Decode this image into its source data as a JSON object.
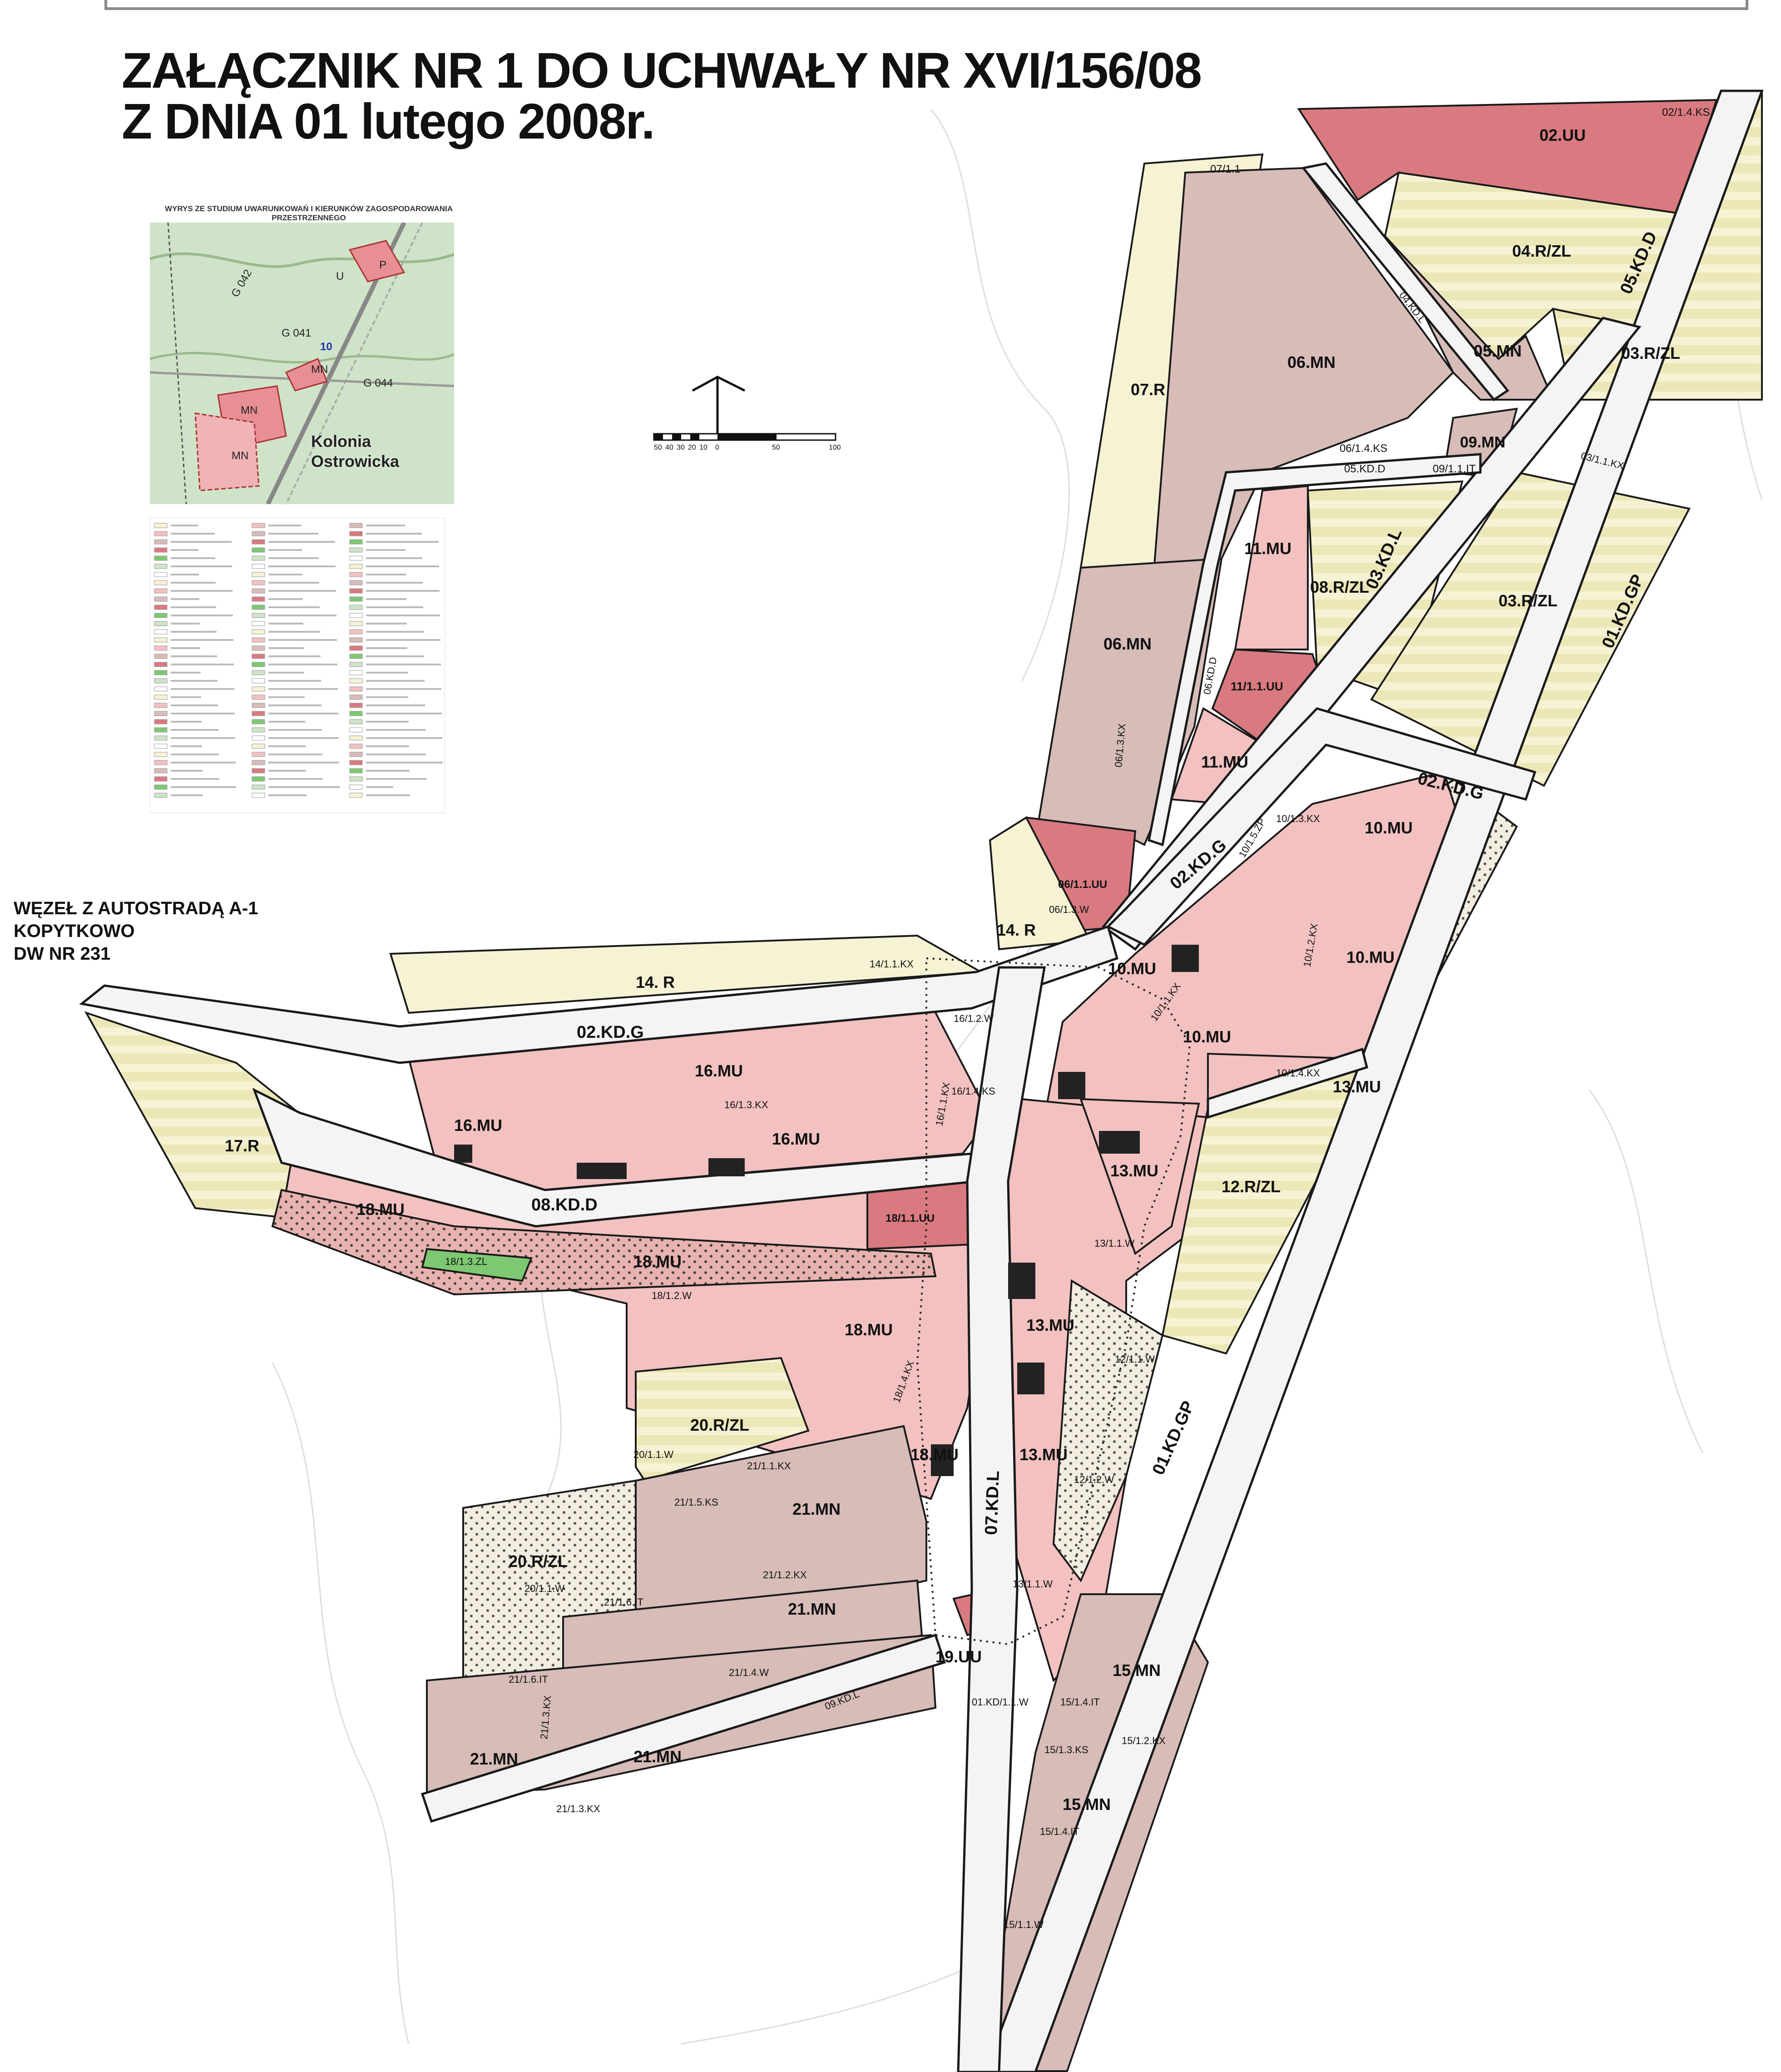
{
  "title": {
    "line1": "ZAŁĄCZNIK NR 1 DO UCHWAŁY NR XVI/156/08",
    "line2": "Z DNIA 01 lutego 2008r."
  },
  "inset": {
    "caption": "WYRYS ZE STUDIUM UWARUNKOWAŃ I KIERUNKÓW ZAGOSPODAROWANIA PRZESTRZENNEGO",
    "place_line1": "Kolonia",
    "place_line2": "Ostrowicka",
    "labels": [
      "G 042",
      "G 041",
      "G 044",
      "10",
      "MN",
      "MN",
      "MN",
      "U",
      "P"
    ]
  },
  "junction_note": {
    "line1": "WĘZEŁ Z AUTOSTRADĄ A-1",
    "line2": "KOPYTKOWO",
    "line3": "DW NR 231"
  },
  "scale_bar": {
    "ticks": [
      "50",
      "40",
      "30",
      "20",
      "10",
      "0",
      "50",
      "100"
    ]
  },
  "colors": {
    "MU": "#f2c1c0",
    "MN": "#d7bcb8",
    "UU": "#d97a80",
    "R": "#f6f2d4",
    "RZL": "#f4f0c8",
    "ZL": "#7ec872",
    "road": "#f4f4f4",
    "outline": "#1a1a1a"
  },
  "zones": {
    "z02UU": "02.UU",
    "z04RZL": "04.R/ZL",
    "z05MN": "05.MN",
    "z03RZL_a": "03.R/ZL",
    "z06MN_a": "06.MN",
    "z07R": "07.R",
    "z09MN": "09.MN",
    "z11MU_a": "11.MU",
    "z08RZL": "08.R/ZL",
    "z03RZL_b": "03.R/ZL",
    "z06MN_b": "06.MN",
    "z11MU_b": "11.MU",
    "z11_1UU": "11/1.1.UU",
    "z10MU_a": "10.MU",
    "z10MU_b": "10.MU",
    "z10MU_c": "10.MU",
    "z10MU_d": "10.MU",
    "z06_1UU": "06/1.1.UU",
    "z14R_a": "14. R",
    "z14R_b": "14. R",
    "z16MU_a": "16.MU",
    "z16MU_b": "16.MU",
    "z16MU_c": "16.MU",
    "z17R": "17.R",
    "z18MU_a": "18.MU",
    "z18MU_b": "18.MU",
    "z18MU_c": "18.MU",
    "z18MU_d": "18.MU",
    "z18_1UU": "18/1.1.UU",
    "z13MU_a": "13.MU",
    "z13MU_b": "13.MU",
    "z13MU_c": "13.MU",
    "z13MU_d": "13.MU",
    "z12RZL": "12.R/ZL",
    "z20RZL_a": "20.R/ZL",
    "z20RZL_b": "20.R/ZL",
    "z21MN_a": "21.MN",
    "z21MN_b": "21.MN",
    "z21MN_c": "21.MN",
    "z21MN_d": "21.MN",
    "z19UU": "19.UU",
    "z15MN_a": "15.MN",
    "z15MN_b": "15.MN"
  },
  "roads": {
    "r01KDGP_a": "01.KD.GP",
    "r01KDGP_b": "01.KD.GP",
    "r05KDD": "05.KD.D",
    "r03KDL": "03.KD.L",
    "r02KDG_a": "02.KD.G",
    "r02KDG_b": "02.KD.G",
    "r02KDG_c": "02.KD.G",
    "r08KDD": "08.KD.D",
    "r07KDL": "07.KD.L",
    "r04KDL": "04.KD.L",
    "r06KDD": "06.KD.D"
  },
  "small": {
    "s02_1_4KS": "02/1.4.KS",
    "s07_1_1": "07/1.1",
    "s06_1_4KS": "06/1.4.KS",
    "s05KDD": "05.KD.D",
    "s09_1_1IT": "09/1.1.IT",
    "s03_1_1KX": "03/1.1.KX",
    "s06_1_3KX": "06/1.3.KX",
    "s10_1_3KX": "10/1.3.KX",
    "s10_1_5ZP": "10/1.5.ZP",
    "s06_1_3W": "06/1.3.W",
    "s14_1_1KX": "14/1.1.KX",
    "s16_1_2W": "16/1.2.W",
    "s10_1_1KX": "10/1.1.KX",
    "s10_1_2KX": "10/1.2.KX",
    "s10_1_4KX": "10/1.4.KX",
    "s16_1_3KX": "16/1.3.KX",
    "s16_1_4KS": "16/1.4.KS",
    "s16_1_1KX": "16/1.1.KX",
    "s18_1_3ZL": "18/1.3.ZL",
    "s18_1_2W": "18/1.2.W",
    "s13_1_1W": "13/1.1.W",
    "s18_1_4KX": "18/1.4.KX",
    "s12_1_1W": "12/1.1.W",
    "s20_1_1W": "20/1.1.W",
    "s21_1_1KX": "21/1.1.KX",
    "s21_1_5KS": "21/1.5.KS",
    "s12_1_2W": "12/1.2.W",
    "s21_1_2KX": "21/1.2.KX",
    "s20_1_1W_b": "20/1.1.W",
    "s21_1_6IT": "21/1.6.IT",
    "s13_1_1W_b": "13/1.1.W",
    "s21_1_4W": "21/1.4.W",
    "s21_1_6IT_b": "21/1.6.IT",
    "s01KD_1_1W": "01.KD/1.1.W",
    "s15_1_4IT": "15/1.4.IT",
    "s15_1_2KX": "15/1.2.KX",
    "s15_1_3KS": "15/1.3.KS",
    "s09KDL": "09.KD.L",
    "s21_1_3KX": "21/1.3.KX",
    "s21_1_3KX_b": "21/1.3.KX",
    "s15_1_4IT_b": "15/1.4.IT",
    "s15_1_1W": "15/1.1.W"
  }
}
